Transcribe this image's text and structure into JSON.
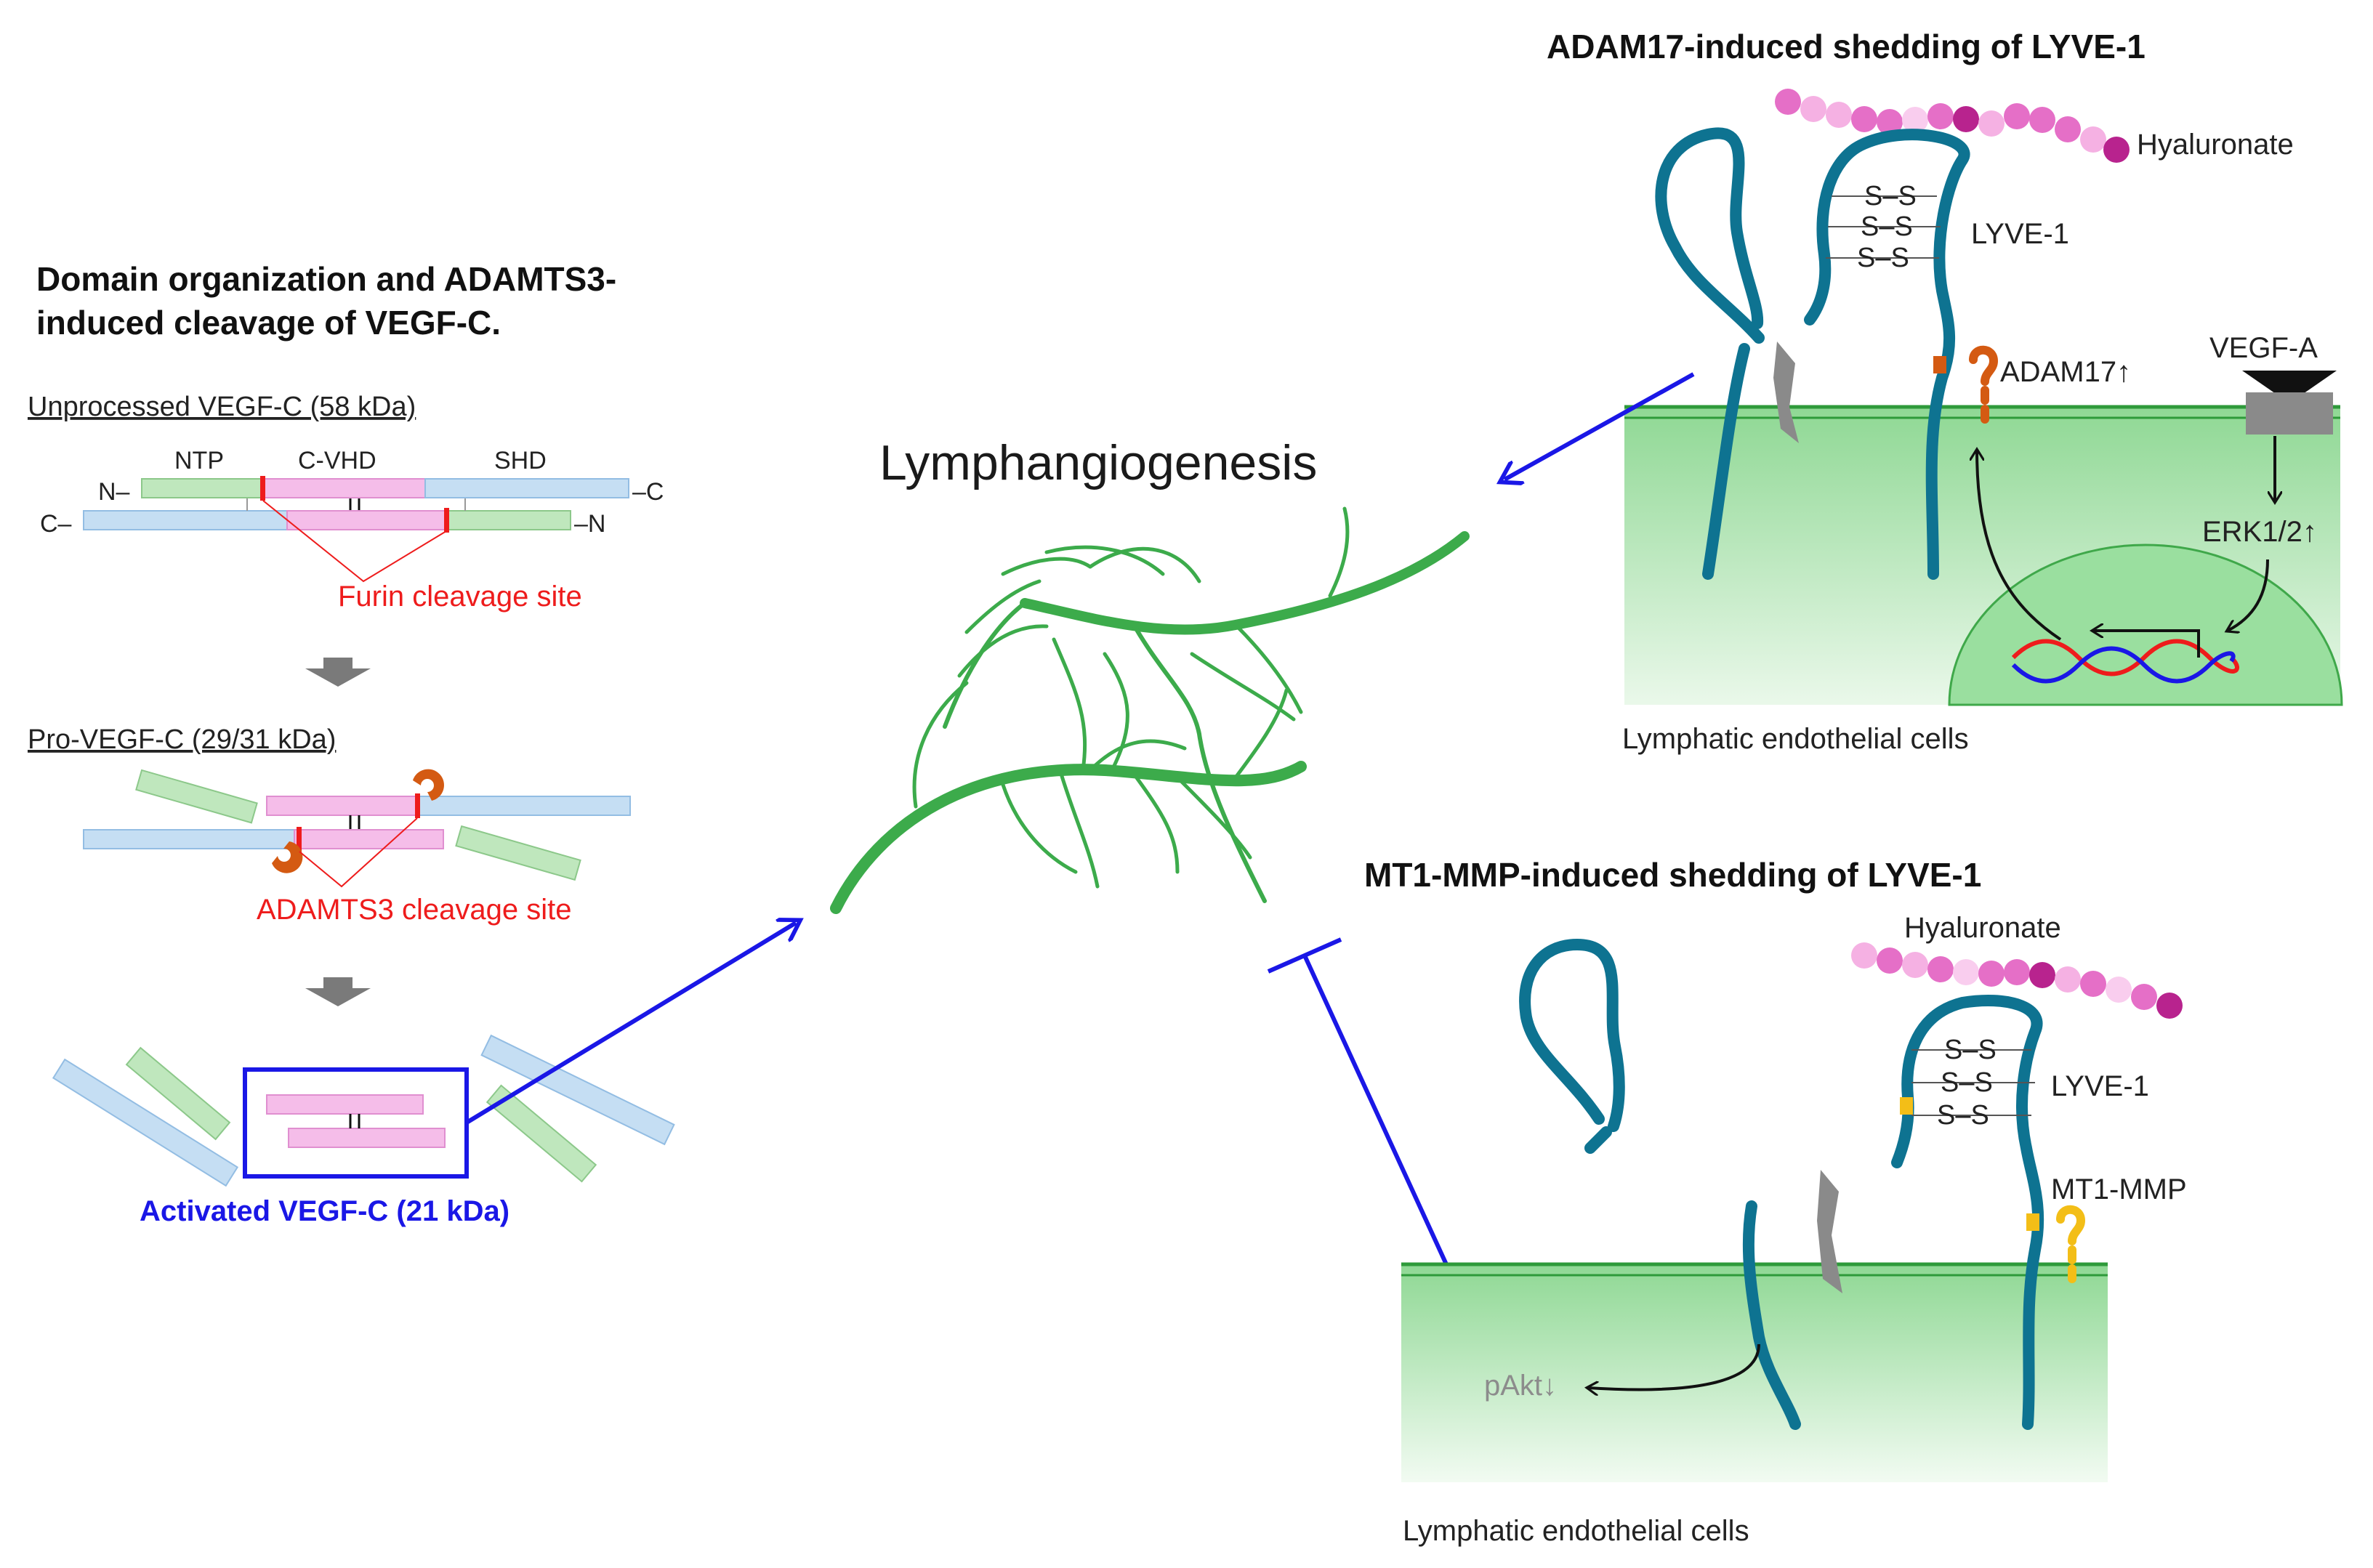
{
  "left_panel": {
    "heading_line1": "Domain organization and ADAMTS3-",
    "heading_line2": "induced cleavage of VEGF-C.",
    "unprocessed_label": "Unprocessed VEGF-C (58 kDa)",
    "domain_ntp": "NTP",
    "domain_cvhd": "C-VHD",
    "domain_shd": "SHD",
    "term_n_top": "N–",
    "term_c_top": "–C",
    "term_c_bottom": "C–",
    "term_n_bottom": "–N",
    "furin_label": "Furin cleavage site",
    "pro_label": "Pro-VEGF-C (29/31 kDa)",
    "adamts3_label": "ADAMTS3 cleavage site",
    "activated_label": "Activated VEGF-C (21 kDa)"
  },
  "center": {
    "title": "Lymphangiogenesis"
  },
  "top_right": {
    "heading": "ADAM17-induced shedding of LYVE-1",
    "hyaluronate": "Hyaluronate",
    "disulfide_1": "S–S",
    "disulfide_2": "S–S",
    "disulfide_3": "S–S",
    "lyve1": "LYVE-1",
    "adam17": "ADAM17↑",
    "vegfa": "VEGF-A",
    "erk": "ERK1/2↑",
    "cells": "Lymphatic endothelial cells"
  },
  "bottom_right": {
    "heading": "MT1-MMP-induced shedding of LYVE-1",
    "hyaluronate": "Hyaluronate",
    "disulfide_1": "S–S",
    "disulfide_2": "S–S",
    "disulfide_3": "S–S",
    "lyve1": "LYVE-1",
    "mt1mmp": "MT1-MMP",
    "pakt": "pAkt↓",
    "cells": "Lymphatic endothelial cells"
  },
  "colors": {
    "lyve1_teal": "#0e7391",
    "membrane_green": "#7fcf84",
    "vessel_green": "#3cab4b",
    "activation_blue": "#1a17e6",
    "cleavage_red": "#ee1c1c",
    "ntp_green": "#bfe7bd",
    "cvhd_pink": "#f5bde9",
    "shd_blue": "#c5def3",
    "adam_orange": "#d45a12",
    "mt1mmp_yellow": "#f3be17",
    "hyaluronate_magenta": "#b8238e"
  }
}
